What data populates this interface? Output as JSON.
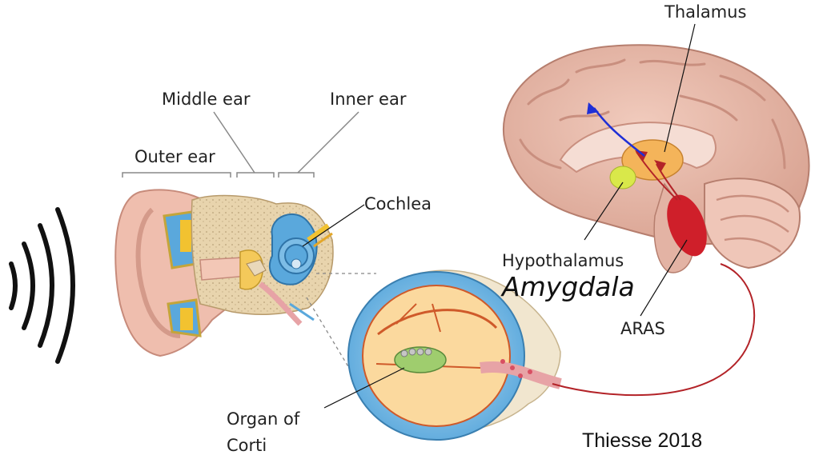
{
  "labels": {
    "thalamus": "Thalamus",
    "middle_ear": "Middle ear",
    "inner_ear": "Inner ear",
    "outer_ear": "Outer ear",
    "cochlea": "Cochlea",
    "hypothalamus": "Hypothalamus",
    "amygdala": "Amygdala",
    "aras": "ARAS",
    "organ_of_corti_line1": "Organ of",
    "organ_of_corti_line2": "Corti",
    "credit": "Thiesse 2018"
  },
  "colors": {
    "brain": "#e8b9a8",
    "brain_shadow": "#c98f7f",
    "skin": "#efc0b0",
    "cochlea_blue": "#5aa8dc",
    "bone": "#e3cfa5",
    "yellow": "#f2c230",
    "nerve_red": "#b32328",
    "blue_arrow": "#1f2fd6",
    "hypothalamus_green": "#d9e84a",
    "thalamus_orange": "#f4b45a"
  },
  "icons": {
    "sound_waves": "sound-waves-icon"
  }
}
